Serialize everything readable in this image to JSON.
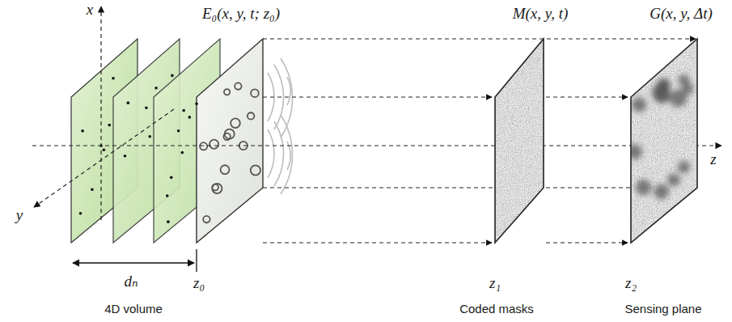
{
  "diagram": {
    "labels": [
      "x",
      "y",
      "z",
      "E₀(x, y, t; z₀)",
      "M(x, y, t)",
      "G(x, y, Δt)",
      "dₙ",
      "z₀",
      "z₁",
      "z₂",
      "4D volume",
      "Coded masks",
      "Sensing plane"
    ]
  }
}
